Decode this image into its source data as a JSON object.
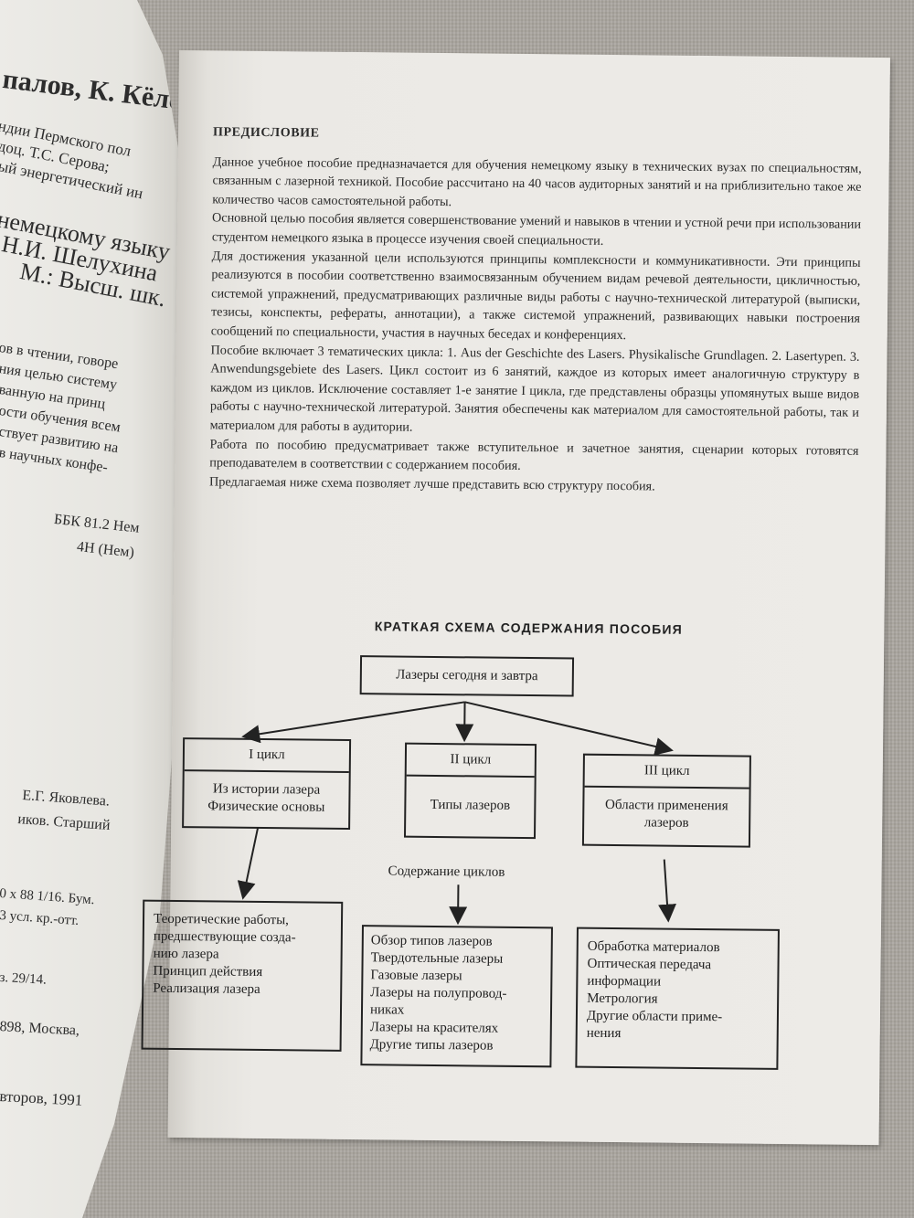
{
  "left_page": {
    "fragments": [
      "палов, К. Кёлер",
      "ндии Пермского пол",
      "доц. Т.С. Серова;",
      "ый энергетический ин",
      "немецкому языку",
      "Н.И. Шелухина",
      "М.: Высш. шк.",
      "ов в чтении, говоре",
      "ния целью систему",
      "ванную на принц",
      "ости обучения всем",
      "ствует развитию на",
      "в научных конфе-",
      "ББК 81.2 Нем",
      "4Н (Нем)",
      "Е.Г. Яковлева.",
      "иков. Старший",
      "0 x 88 1/16. Бум.",
      "3 усл. кр.-отт.",
      "з. 29/14.",
      "898, Москва,",
      "второв, 1991"
    ]
  },
  "preface": {
    "heading": "ПРЕДИСЛОВИЕ",
    "paragraphs": [
      "Данное учебное пособие предназначается для обучения немецкому языку в технических вузах по специальностям, связанным с лазерной техникой. Пособие рассчитано на 40 часов аудиторных занятий и на приблизительно такое же количество часов самостоятельной работы.",
      "Основной целью пособия является совершенствование умений и навыков в чтении и устной речи при использовании студентом немецкого языка в процессе изучения своей специальности.",
      "Для достижения указанной цели используются принципы комплексности и коммуникативности. Эти принципы реализуются в пособии соответственно взаимосвязанным обучением видам речевой деятельности, цикличностью, системой упражнений, предусматривающих различные виды работы с научно-технической литературой (выписки, тезисы, конспекты, рефераты, аннотации), а также системой упражнений, развивающих навыки построения сообщений по специальности, участия в научных беседах и конференциях.",
      "Пособие включает 3 тематических цикла: 1. Aus der Geschichte des Lasers. Physikalische Grundlagen. 2. Lasertypen. 3. Anwendungsgebiete des Lasers. Цикл состоит из 6 занятий, каждое из которых имеет аналогичную структуру в каждом из циклов. Исключение составляет 1-е занятие I цикла, где представлены образцы упомянутых выше видов работы с научно-технической литературой. Занятия обеспечены как материалом для самостоятельной работы, так и материалом для работы в аудитории.",
      "Работа по пособию предусматривает также вступительное и зачетное занятия, сценарии которых готовятся преподавателем в соответствии с содержанием пособия.",
      "Предлагаемая ниже схема позволяет лучше представить всю структуру пособия."
    ]
  },
  "scheme": {
    "title": "КРАТКАЯ СХЕМА СОДЕРЖАНИЯ ПОСОБИЯ",
    "root": "Лазеры сегодня и завтра",
    "caption": "Содержание циклов",
    "cycles": [
      {
        "label": "I цикл",
        "content": [
          "Из истории лазера",
          "Физические основы"
        ]
      },
      {
        "label": "II цикл",
        "content": [
          "Типы лазеров"
        ]
      },
      {
        "label": "III цикл",
        "content": [
          "Области применения",
          "лазеров"
        ]
      }
    ],
    "details": [
      [
        "Теоретические работы,",
        "предшествующие созда-",
        "нию лазера",
        "Принцип действия",
        "Реализация лазера"
      ],
      [
        "Обзор типов лазеров",
        "Твердотельные лазеры",
        "Газовые лазеры",
        "Лазеры на полупровод-",
        "никах",
        "Лазеры на красителях",
        "Другие типы лазеров"
      ],
      [
        "Обработка материалов",
        "Оптическая передача",
        "информации",
        "Метрология",
        "Другие области приме-",
        "нения"
      ]
    ]
  }
}
